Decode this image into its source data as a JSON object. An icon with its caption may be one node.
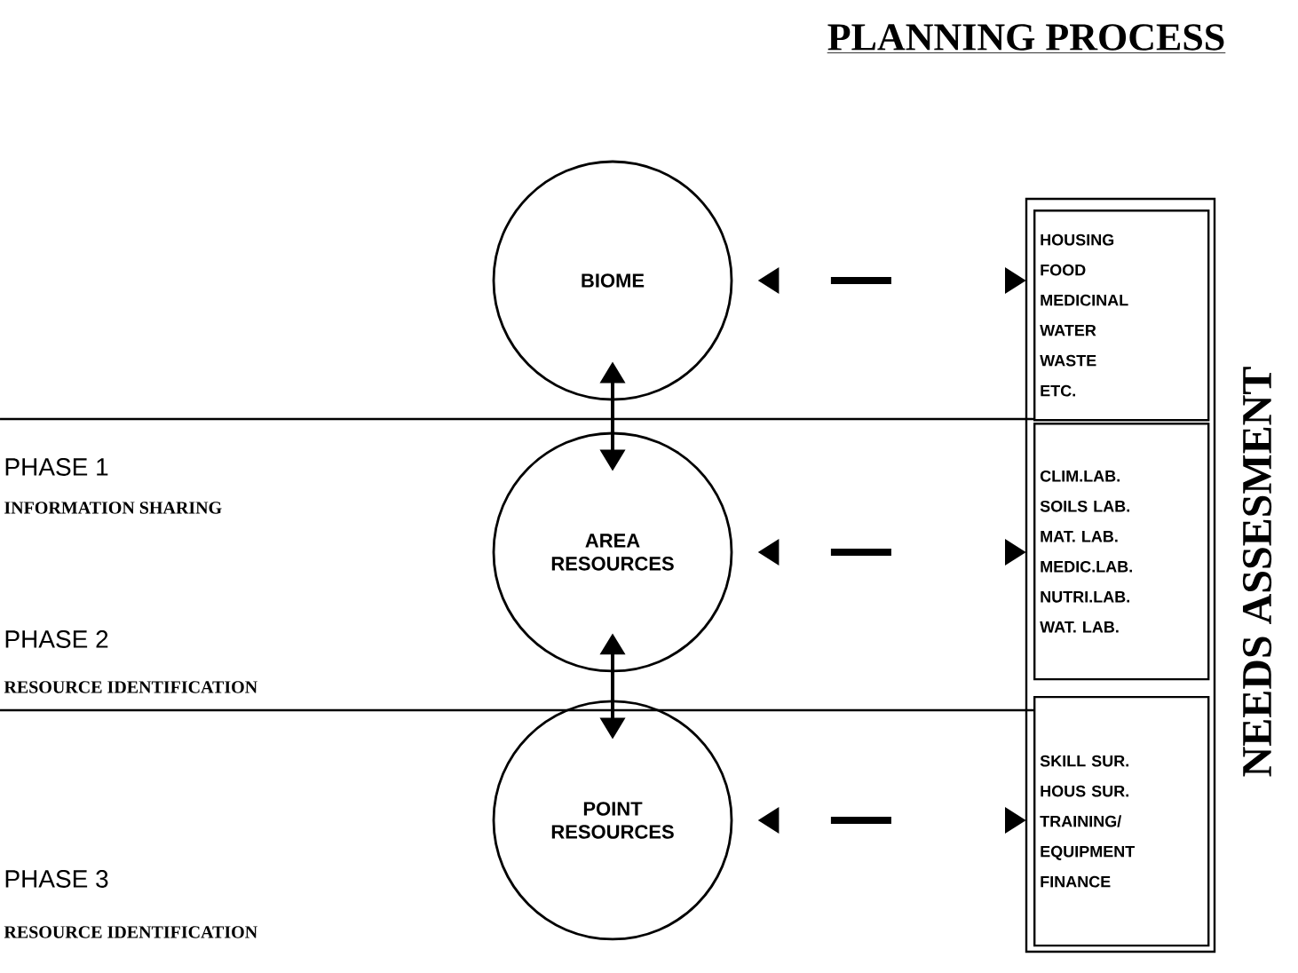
{
  "diagram": {
    "title": "PLANNING PROCESS",
    "nodes": [
      {
        "text": [
          "BIOME"
        ]
      },
      {
        "text": [
          "HOUSING",
          "FOOD",
          "MEDICINAL",
          "WATER",
          "WASTE",
          "ETC."
        ]
      },
      {
        "text": [
          "AREA RESOURCES"
        ]
      },
      {
        "text": [
          "CLIM.LAB.",
          "SOILS LAB.",
          "MAT. LAB.",
          "MEDIC.LAB.",
          "NUTRI.LAB.",
          "WAT. LAB."
        ]
      },
      {
        "text": [
          "POINT RESOURCES"
        ]
      },
      {
        "text": [
          "SKILL SUR.",
          "HOUS SUR.",
          "TRAINING/",
          "EQUIPMENT",
          "FINANCE"
        ]
      }
    ],
    "edges": [
      {
        "from": 0,
        "to": 1,
        "arrow": "both",
        "style": "dashed"
      },
      {
        "from": 0,
        "to": 2,
        "arrow": "both"
      },
      {
        "from": 2,
        "to": 3,
        "arrow": "both",
        "style": "dashed"
      },
      {
        "from": 2,
        "to": 4,
        "arrow": "both"
      },
      {
        "from": 4,
        "to": 5,
        "arrow": "both",
        "style": "dashed"
      }
    ],
    "labels": [
      "PHASE 1",
      "INFORMATION SHARING",
      "PHASE 2",
      "RESOURCE IDENTIFICATION",
      "PHASE 3",
      "RESOURCE IDENTIFICATION",
      "NEEDS ASSESMENT"
    ]
  }
}
